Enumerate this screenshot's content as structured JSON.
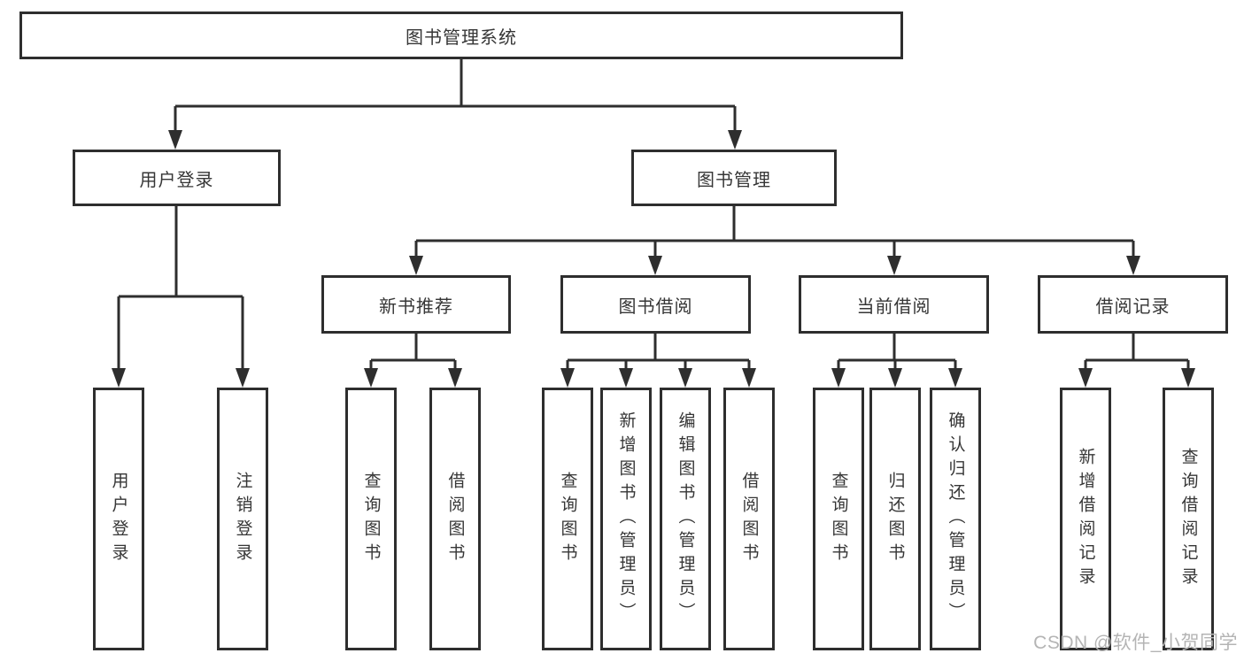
{
  "tree": {
    "root": {
      "label": "图书管理系统",
      "children": [
        {
          "label": "用户登录",
          "children": [
            {
              "label": "用户登录"
            },
            {
              "label": "注销登录"
            }
          ]
        },
        {
          "label": "图书管理",
          "children": [
            {
              "label": "新书推荐",
              "children": [
                {
                  "label": "查询图书"
                },
                {
                  "label": "借阅图书"
                }
              ]
            },
            {
              "label": "图书借阅",
              "children": [
                {
                  "label": "查询图书"
                },
                {
                  "label": "新增图书（管理员）"
                },
                {
                  "label": "编辑图书（管理员）"
                },
                {
                  "label": "借阅图书"
                }
              ]
            },
            {
              "label": "当前借阅",
              "children": [
                {
                  "label": "查询图书"
                },
                {
                  "label": "归还图书"
                },
                {
                  "label": "确认归还（管理员）"
                }
              ]
            },
            {
              "label": "借阅记录",
              "children": [
                {
                  "label": "新增借阅记录"
                },
                {
                  "label": "查询借阅记录"
                }
              ]
            }
          ]
        }
      ]
    }
  },
  "watermark": {
    "text": "CSDN @软件_小贺同学"
  },
  "colors": {
    "line": "#2e2e2e",
    "text": "#363636",
    "watermark": "#b4b4b4",
    "background": "#ffffff"
  }
}
